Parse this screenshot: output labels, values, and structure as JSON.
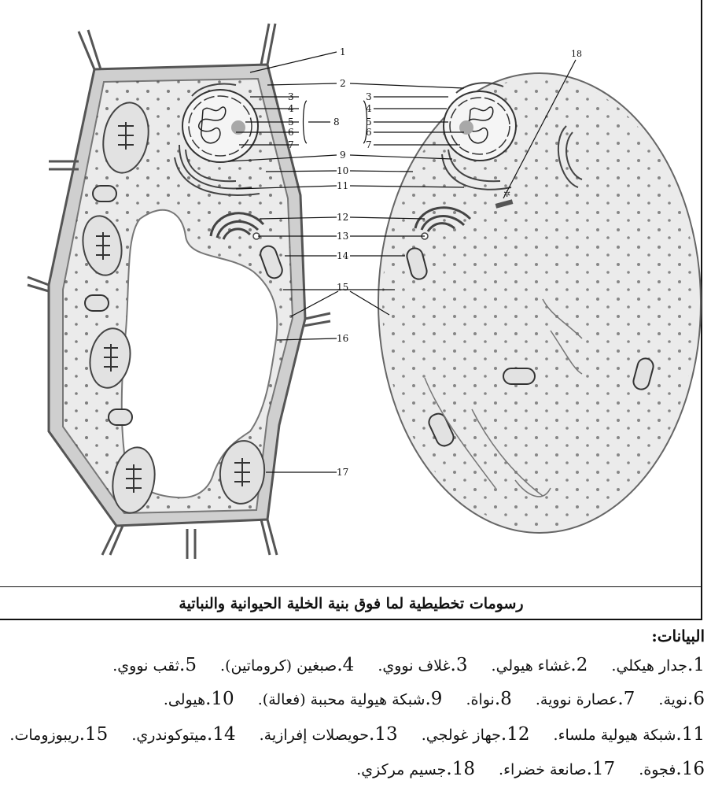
{
  "figure": {
    "caption": "رسومات تخطيطية لما فوق بنية الخلية الحيوانية والنباتية",
    "plant_labels": [
      "1",
      "2",
      "3",
      "4",
      "5",
      "6",
      "7",
      "8",
      "9",
      "10",
      "11",
      "12",
      "13",
      "14",
      "15",
      "16",
      "17"
    ],
    "animal_labels": [
      "3",
      "4",
      "5",
      "6",
      "7",
      "18"
    ]
  },
  "legend": {
    "title": "البيانات:",
    "lines": [
      [
        {
          "num": "1.",
          "text": "جدار هيكلي."
        },
        {
          "num": "2.",
          "text": "غشاء هيولي."
        },
        {
          "num": "3.",
          "text": "غلاف نووي."
        },
        {
          "num": "4.",
          "text": "صبغين (كروماتين)."
        },
        {
          "num": "5.",
          "text": "ثقب نووي."
        }
      ],
      [
        {
          "num": "6.",
          "text": "نوية."
        },
        {
          "num": "7.",
          "text": "عصارة نووية."
        },
        {
          "num": "8.",
          "text": "نواة."
        },
        {
          "num": "9.",
          "text": "شبكة هيولية محببة (فعالة)."
        },
        {
          "num": "10.",
          "text": "هيولى."
        }
      ],
      [
        {
          "num": "11.",
          "text": "شبكة هيولية ملساء."
        },
        {
          "num": "12.",
          "text": "جهاز غولجي."
        },
        {
          "num": "13.",
          "text": "حويصلات إفرازية."
        },
        {
          "num": "14.",
          "text": "ميتوكوندري."
        },
        {
          "num": "15.",
          "text": "ريبوزومات."
        }
      ],
      [
        {
          "num": "16.",
          "text": "فجوة."
        },
        {
          "num": "17.",
          "text": "صانعة خضراء."
        },
        {
          "num": "18.",
          "text": "جسيم مركزي."
        }
      ]
    ]
  }
}
